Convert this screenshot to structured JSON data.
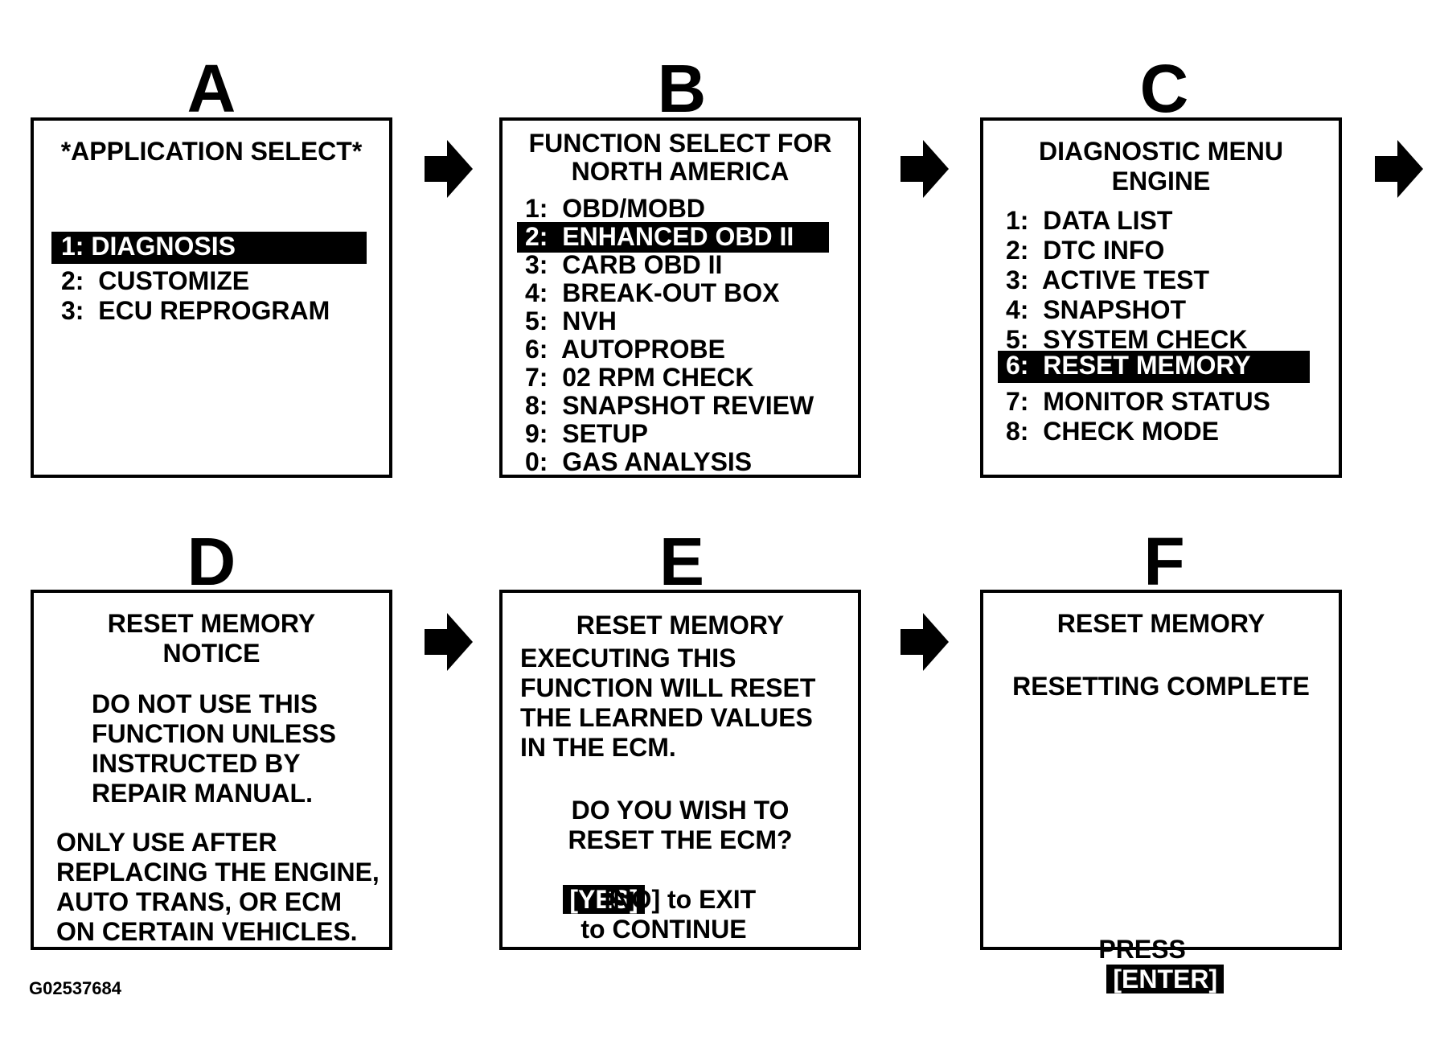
{
  "panels": {
    "a": {
      "letter": "A",
      "title": "*APPLICATION SELECT*",
      "items": [
        "1: DIAGNOSIS",
        "2:  CUSTOMIZE",
        "3:  ECU REPROGRAM"
      ]
    },
    "b": {
      "letter": "B",
      "title_lines": [
        "FUNCTION SELECT FOR",
        "NORTH AMERICA"
      ],
      "items": [
        "1:  OBD/MOBD",
        "2:  ENHANCED OBD II",
        "3:  CARB OBD II",
        "4:  BREAK-OUT BOX",
        "5:  NVH",
        "6:  AUTOPROBE",
        "7:  02 RPM CHECK",
        "8:  SNAPSHOT REVIEW",
        "9:  SETUP",
        "0:  GAS ANALYSIS"
      ]
    },
    "c": {
      "letter": "C",
      "title_lines": [
        "DIAGNOSTIC MENU",
        "ENGINE"
      ],
      "items": [
        "1:  DATA LIST",
        "2:  DTC INFO",
        "3:  ACTIVE TEST",
        "4:  SNAPSHOT",
        "5:  SYSTEM CHECK",
        "6:  RESET MEMORY",
        "7:  MONITOR STATUS",
        "8:  CHECK MODE"
      ]
    },
    "d": {
      "letter": "D",
      "title_lines": [
        "RESET MEMORY",
        "NOTICE"
      ],
      "notice_lines": [
        "DO NOT USE THIS",
        "FUNCTION UNLESS",
        "INSTRUCTED BY",
        "REPAIR MANUAL."
      ],
      "info_lines": [
        "ONLY USE AFTER",
        "REPLACING THE ENGINE,",
        "AUTO TRANS, OR ECM",
        "ON CERTAIN VEHICLES."
      ]
    },
    "e": {
      "letter": "E",
      "title": "RESET MEMORY",
      "body_lines": [
        "EXECUTING THIS",
        "FUNCTION WILL RESET",
        "THE LEARNED VALUES",
        "IN THE ECM."
      ],
      "question_lines": [
        "DO YOU WISH TO",
        "RESET THE ECM?"
      ],
      "yes_key": "[YES]",
      "yes_text": "to CONTINUE",
      "no_line": "[NO] to EXIT"
    },
    "f": {
      "letter": "F",
      "title": "RESET MEMORY",
      "status": "RESETTING COMPLETE",
      "press_label": "PRESS",
      "enter_key": "[ENTER]"
    }
  },
  "figure_id": "G02537684"
}
